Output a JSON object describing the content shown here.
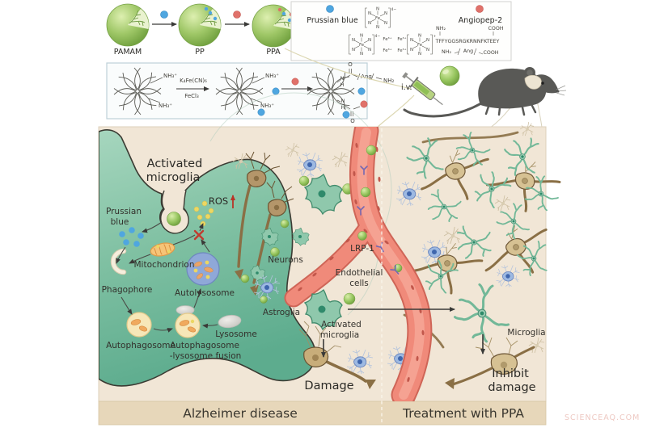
{
  "watermark": "SCIENCEAQ.COM",
  "colors": {
    "sphere_green": "#9fc767",
    "teal_cell": "#7fc0a2",
    "vessel_red": "#f08a7a",
    "panel_beige": "#f1e6d6",
    "bar_beige": "#e7d7ba",
    "blue_dot": "#4fa6e0",
    "red_dot": "#e0716a",
    "yellow_dot": "#ecd763"
  },
  "synthesis": {
    "steps": [
      "PAMAM",
      "PP",
      "PPA"
    ]
  },
  "legend": {
    "prussian_blue": "Prussian blue",
    "angiopep": "Angiopep-2",
    "fe": "Fe",
    "n": "N",
    "fe_ion": "Fe³⁺",
    "charge_top": "4−",
    "charge_left": "4−",
    "charge_right": "+",
    "nh2": "NH₂",
    "cooh": "COOH",
    "sequence": "TFFYGGSRGKRNNFKTEEY",
    "ang": "Ang"
  },
  "scheme": {
    "nh3": "NH₃⁺",
    "reagent1": "K₄Fe(CN)₆",
    "reagent2": "FeCl₃",
    "o": "O",
    "n": "N",
    "h": "H",
    "ang": "Ang",
    "nh2": "NH₂"
  },
  "injection": {
    "iv": "i.v."
  },
  "cellpanel": {
    "activated1a": "Activated",
    "activated1b": "microglia",
    "prussian_a": "Prussian",
    "prussian_b": "blue",
    "ros": "ROS",
    "mitochondrion": "Mitochondrion",
    "autolysosome": "Autolysosome",
    "phagophore": "Phagophore",
    "autophagosome": "Autophagosome",
    "fusion_a": "Autophagosome",
    "fusion_b": "-lysosome fusion",
    "lysosome": "Lysosome"
  },
  "tissue": {
    "neurons": "Neurons",
    "lrp1": "LRP-1",
    "endothelial_a": "Endothelial",
    "endothelial_b": "cells",
    "astroglia": "Astroglia",
    "activated2a": "Activated",
    "activated2b": "microglia",
    "damage": "Damage",
    "microglia": "Microglia",
    "inhibit_a": "Inhibit",
    "inhibit_b": "damage"
  },
  "footer": {
    "left": "Alzheimer disease",
    "right": "Treatment with PPA"
  }
}
